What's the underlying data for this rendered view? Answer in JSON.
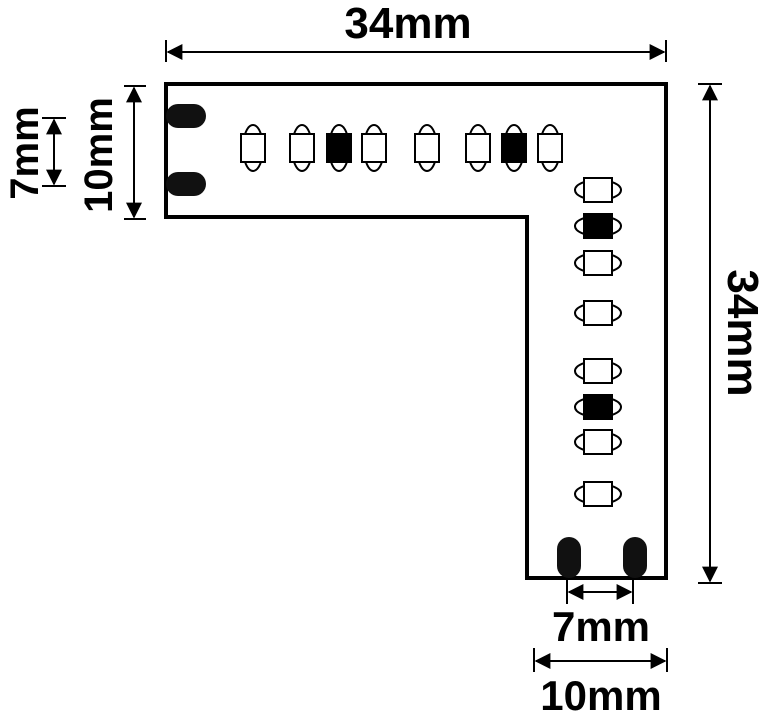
{
  "dimensions": {
    "top_width": "34mm",
    "right_height": "34mm",
    "left_outer": "10mm",
    "left_inner": "7mm",
    "bottom_inner": "7mm",
    "bottom_outer": "10mm"
  },
  "colors": {
    "strip_fill": "#000000",
    "pad_fill": "#000000",
    "line": "#000000",
    "background": "#ffffff"
  }
}
